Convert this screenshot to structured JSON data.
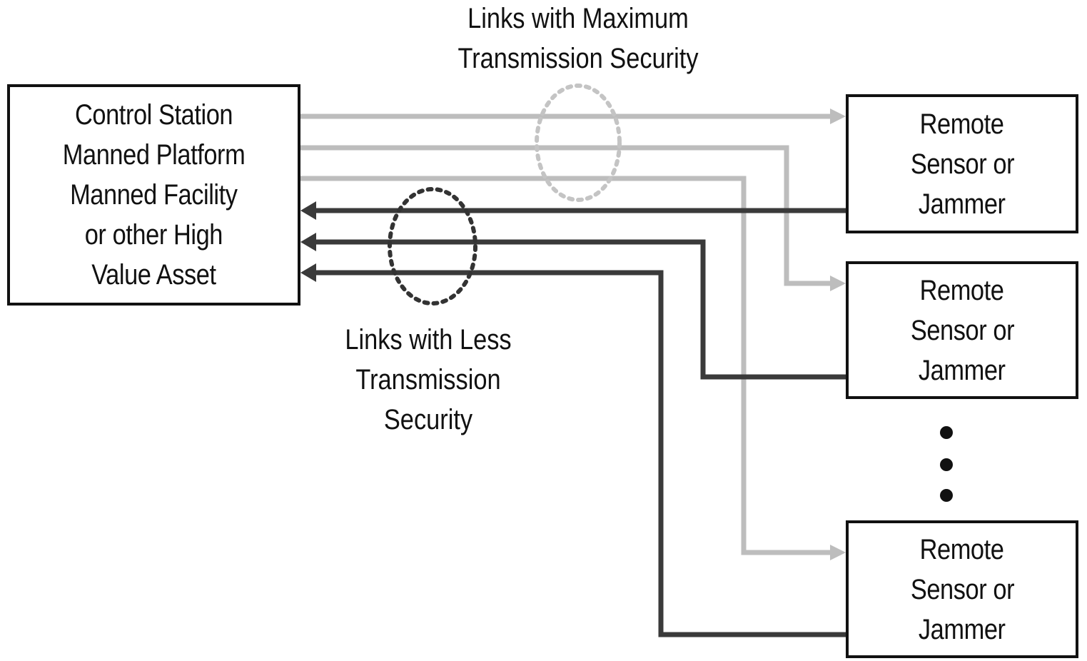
{
  "control_station": {
    "lines": [
      "Control Station",
      "Manned Platform",
      "Manned Facility",
      "or other High",
      "Value Asset"
    ]
  },
  "remote_nodes": [
    {
      "lines": [
        "Remote",
        "Sensor or",
        "Jammer"
      ]
    },
    {
      "lines": [
        "Remote",
        "Sensor or",
        "Jammer"
      ]
    },
    {
      "lines": [
        "Remote",
        "Sensor or",
        "Jammer"
      ]
    }
  ],
  "labels": {
    "max_security": [
      "Links with Maximum",
      "Transmission Security"
    ],
    "less_security": [
      "Links with Less",
      "Transmission",
      "Security"
    ]
  },
  "links": [
    {
      "from": "control_station",
      "to": "remote_1",
      "direction": "outbound",
      "security": "maximum"
    },
    {
      "from": "control_station",
      "to": "remote_2",
      "direction": "outbound",
      "security": "maximum"
    },
    {
      "from": "control_station",
      "to": "remote_3",
      "direction": "outbound",
      "security": "maximum"
    },
    {
      "from": "remote_1",
      "to": "control_station",
      "direction": "inbound",
      "security": "less"
    },
    {
      "from": "remote_2",
      "to": "control_station",
      "direction": "inbound",
      "security": "less"
    },
    {
      "from": "remote_3",
      "to": "control_station",
      "direction": "inbound",
      "security": "less"
    }
  ],
  "ellipsis_symbol": "more-nodes",
  "colors": {
    "max_security_link": "#bdbdbd",
    "less_security_link": "#3a3a3a",
    "box_border": "#111111"
  }
}
